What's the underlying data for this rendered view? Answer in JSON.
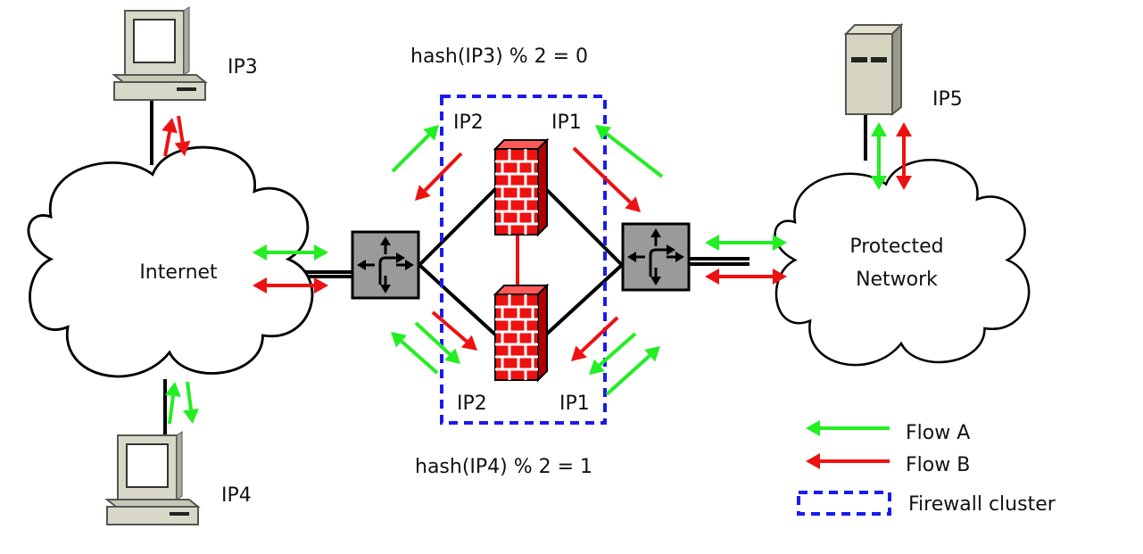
{
  "labels": {
    "ip3": "IP3",
    "ip4": "IP4",
    "ip5": "IP5",
    "internet": "Internet",
    "protected_line1": "Protected",
    "protected_line2": "Network",
    "hash_top": "hash(IP3) % 2 = 0",
    "hash_bottom": "hash(IP4) % 2 = 1",
    "fw_top_left": "IP2",
    "fw_top_right": "IP1",
    "fw_bottom_left": "IP2",
    "fw_bottom_right": "IP1"
  },
  "legend": {
    "flow_a": "Flow A",
    "flow_b": "Flow B",
    "cluster": "Firewall cluster"
  },
  "colors": {
    "flow_a": "#22ee22",
    "flow_b": "#ee1111",
    "cluster_border": "#1a1aee",
    "firewall": "#ee1111",
    "switch": "#999999"
  }
}
